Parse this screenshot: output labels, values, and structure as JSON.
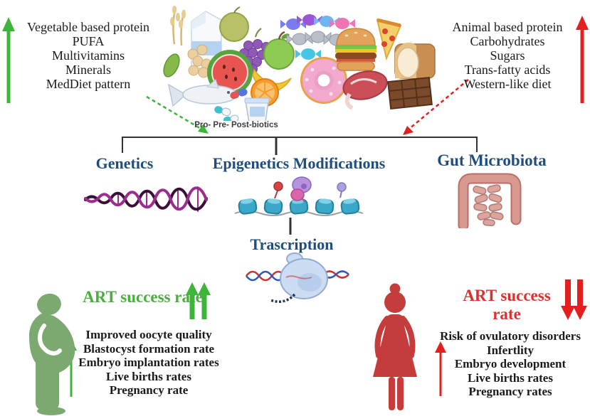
{
  "top_left_diet": {
    "lines": [
      "Vegetable based protein",
      "PUFA",
      "Multivitamins",
      "Minerals",
      "MedDiet pattern"
    ],
    "trend": "up"
  },
  "top_right_diet": {
    "lines": [
      "Animal based protein",
      "Carbohydrates",
      "Sugars",
      "Trans-fatty acids",
      "Western-like diet"
    ],
    "trend": "up"
  },
  "food_cluster": {
    "label": "Pro- Pre- Post-biotics",
    "icons": [
      "wheat-icon",
      "milk-carton-icon",
      "melon-icon",
      "grapes-icon",
      "watermelon-icon",
      "green-apple-icon",
      "banana-icon",
      "orange-icon",
      "lime-leaf-icon",
      "chickpeas-icon",
      "fish-icon",
      "pills-icon",
      "yogurt-icon",
      "candies-icon",
      "donut-icon",
      "burger-icon",
      "pizza-icon",
      "bread-icon",
      "meat-icon",
      "chocolate-icon"
    ]
  },
  "pathways": {
    "genetics_label": "Genetics",
    "epigenetics_label": "Epigenetics Modifications",
    "gut_label": "Gut Microbiota",
    "transcription_label": "Trascription"
  },
  "left_outcome": {
    "title": "ART success rate",
    "trend": "up",
    "lines": [
      "Improved oocyte quality",
      "Blastocyst formation rate",
      "Embryo implantation rates",
      "Live births rates",
      "Pregnancy rate"
    ]
  },
  "right_outcome": {
    "title": "ART success rate",
    "trend": "down",
    "lines": [
      "Risk of ovulatory disorders",
      "Infertlity",
      "Embryo development",
      "Live births rates",
      "Pregnancy rates"
    ]
  },
  "colors": {
    "green": "#3db43a",
    "green_text": "#4aae3f",
    "figure_green": "#7ca96f",
    "red": "#e31f1f",
    "red_text": "#dd2f2f",
    "figure_red": "#c43c3c",
    "navy": "#1e4d7e",
    "ink": "#1a1a1a",
    "line": "#333333"
  }
}
